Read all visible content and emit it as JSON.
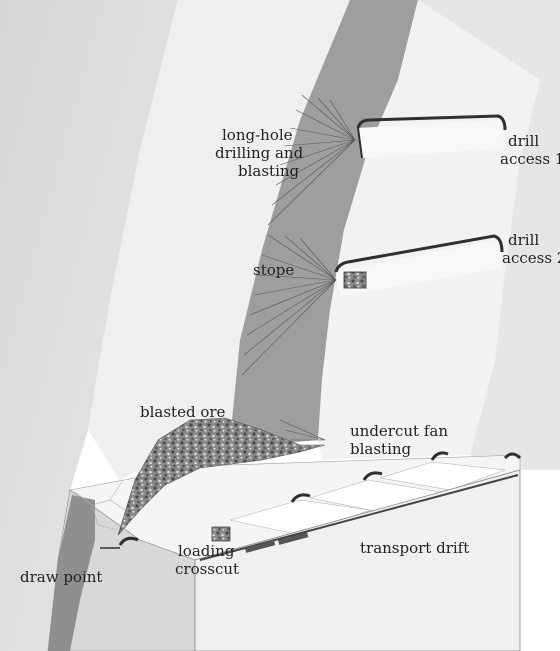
{
  "labels": {
    "long_hole_1": "long-hole",
    "long_hole_2": "drilling and",
    "long_hole_3": "blasting",
    "drill_access_1_a": "drill",
    "drill_access_1_b": "access 1",
    "drill_access_2_a": "drill",
    "drill_access_2_b": "access 2",
    "stope": "stope",
    "blasted_ore": "blasted ore",
    "undercut_1": "undercut fan",
    "undercut_2": "blasting",
    "loading_1": "loading",
    "loading_2": "crosscut",
    "transport_drift": "transport drift",
    "draw_point": "draw point"
  },
  "colors": {
    "rock": "#dcdcdc",
    "rock_light": "#ececec",
    "ore_body": "#9e9e9e",
    "block_front": "#f3f3f3",
    "block_side": "#cfcfcf",
    "tunnel": "#2f2f2f",
    "label": "#222222"
  }
}
